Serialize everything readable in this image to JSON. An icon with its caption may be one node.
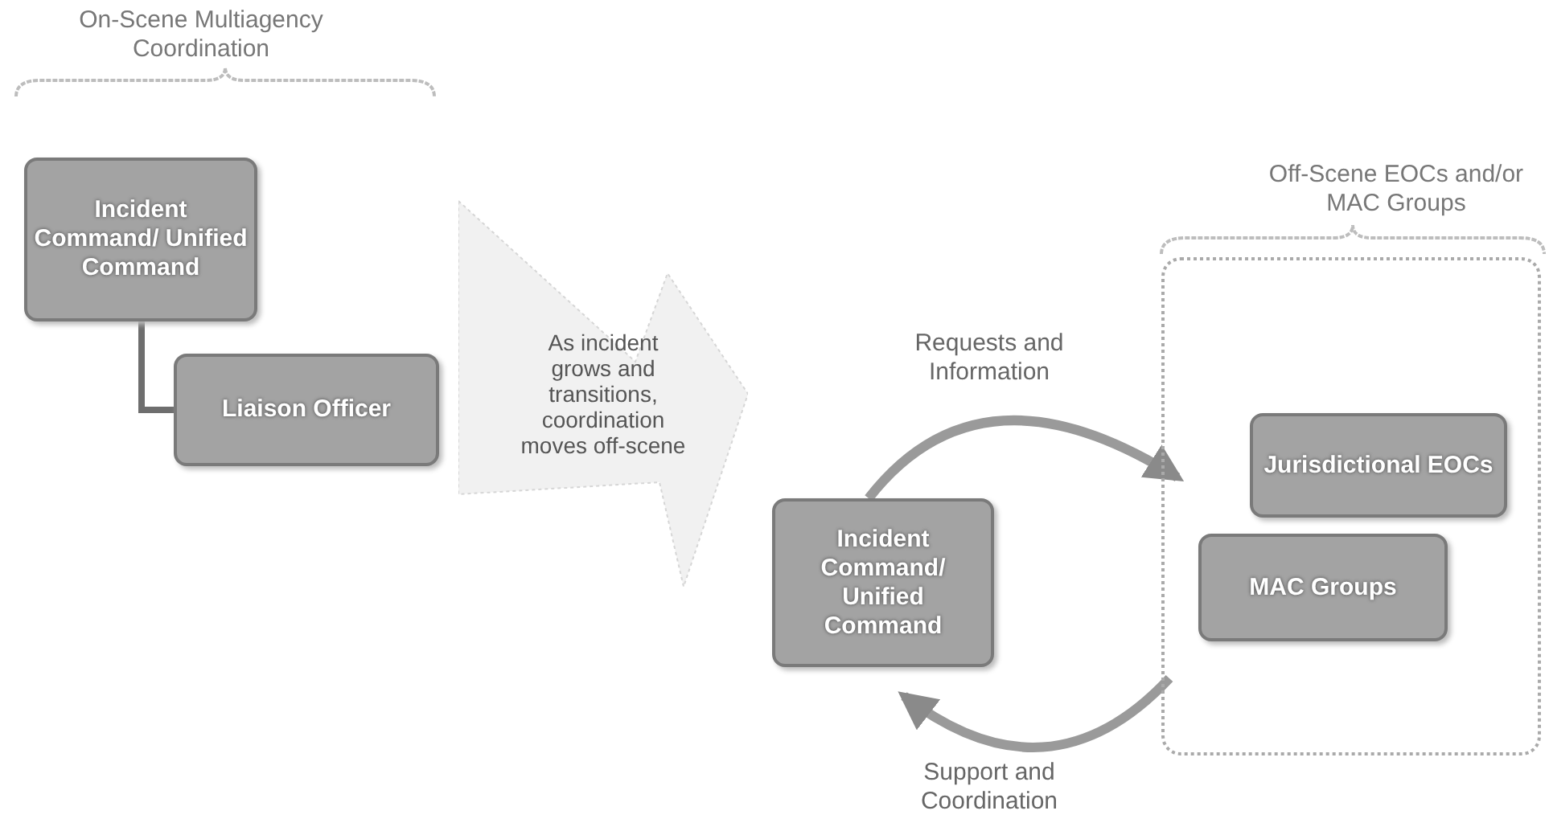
{
  "diagram": {
    "nodes": [
      {
        "text": [
          "Incident Command/ Unified Command"
        ]
      },
      {
        "text": [
          "Liaison Officer"
        ]
      },
      {
        "text": [
          "As incident grows and transitions, coordination moves off-scene"
        ]
      },
      {
        "text": [
          "Incident Command/ Unified Command"
        ]
      },
      {
        "text": [],
        "shape": "box"
      },
      {
        "text": [
          "Jurisdictional EOCs"
        ],
        "in": 4
      },
      {
        "text": [
          "MAC Groups"
        ],
        "in": 4
      }
    ],
    "edges": [
      {
        "from": 0,
        "to": 1,
        "arrow": "none"
      },
      {
        "from": 3,
        "to": 4,
        "arrow": "to",
        "label": "Requests and Information"
      },
      {
        "from": 4,
        "to": 3,
        "arrow": "to",
        "label": "Support and Coordination"
      }
    ],
    "labels": [
      "On-Scene Multiagency Coordination",
      "Off-Scene EOCs and/or MAC Groups"
    ]
  }
}
